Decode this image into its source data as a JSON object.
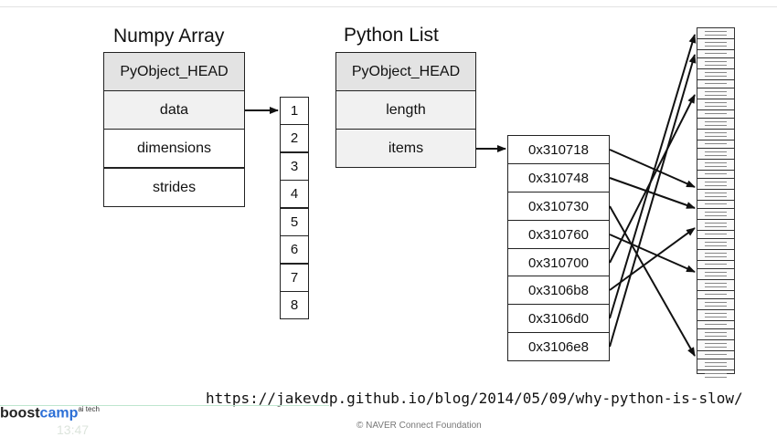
{
  "numpy": {
    "title": "Numpy Array",
    "fields": [
      "PyObject_HEAD",
      "data",
      "dimensions",
      "strides"
    ],
    "cells": [
      "1",
      "2",
      "3",
      "4",
      "5",
      "6",
      "7",
      "8"
    ]
  },
  "pylist": {
    "title": "Python List",
    "fields": [
      "PyObject_HEAD",
      "length",
      "items"
    ],
    "pointers": [
      "0x310718",
      "0x310748",
      "0x310730",
      "0x310760",
      "0x310700",
      "0x3106b8",
      "0x3106d0",
      "0x3106e8"
    ]
  },
  "source_url": "https://jakevdp.github.io/blog/2014/05/09/why-python-is-slow/",
  "brand": {
    "part1": "boost",
    "part2": "camp",
    "sup": "ai tech"
  },
  "time": "13:47",
  "footer": "© NAVER Connect Foundation"
}
